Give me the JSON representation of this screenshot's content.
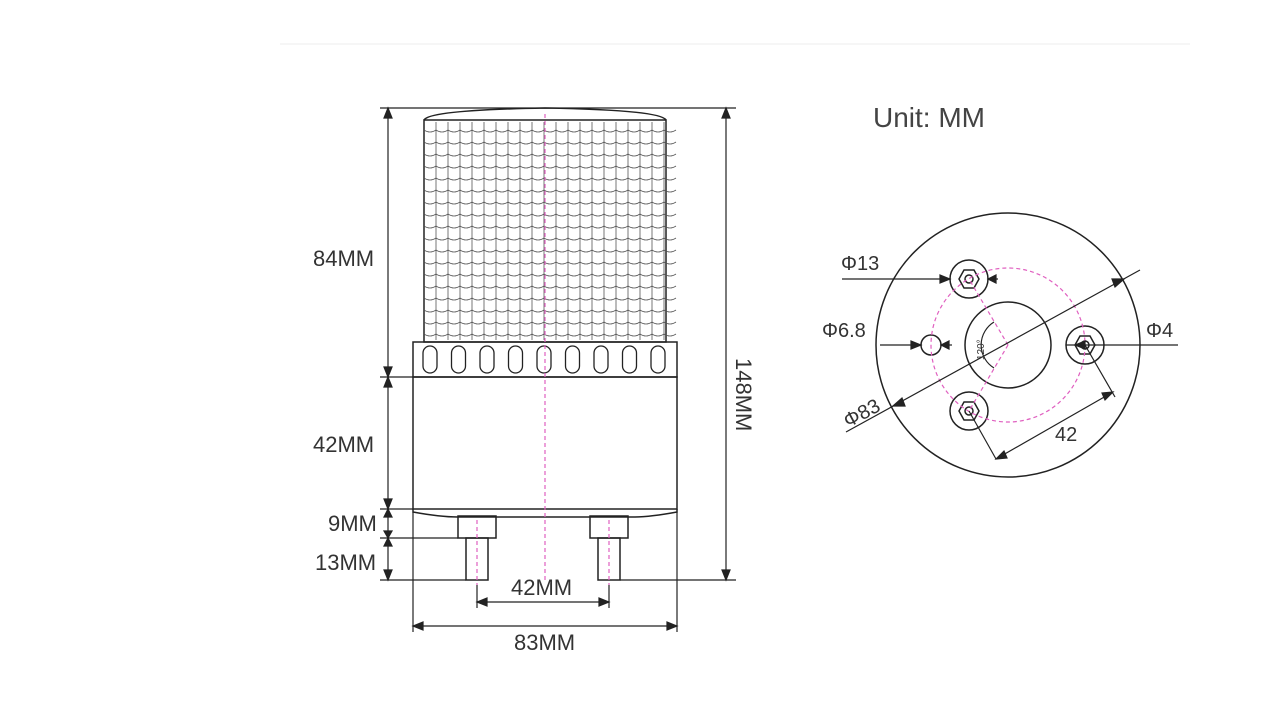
{
  "unit_label": "Unit: MM",
  "side_view": {
    "height_top": "84MM",
    "height_mid": "42MM",
    "height_base": "9MM",
    "height_pins": "13MM",
    "total_height": "148MM",
    "pin_spacing": "42MM",
    "total_width": "83MM"
  },
  "top_view": {
    "bolt_diameter": "Φ13",
    "center_hole": "Φ6.8",
    "small_hole": "Φ4",
    "outer_diameter": "Φ83",
    "hole_spacing": "42",
    "angle": "120°"
  },
  "colors": {
    "line": "#222222",
    "centerline": "#e060c0"
  }
}
